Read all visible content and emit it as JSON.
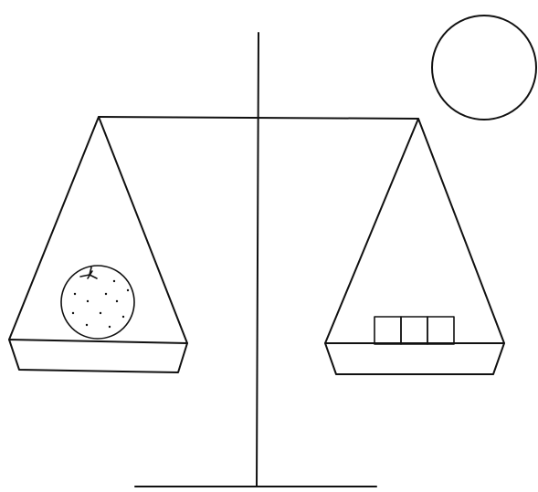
{
  "scene": {
    "subject": "balance-scale",
    "left_pan": {
      "item": "orange"
    },
    "right_pan": {
      "item": "unit-cubes",
      "count": 3
    },
    "sky": {
      "item": "circle"
    }
  },
  "colors": {
    "ink": "#111111",
    "background": "#ffffff"
  }
}
